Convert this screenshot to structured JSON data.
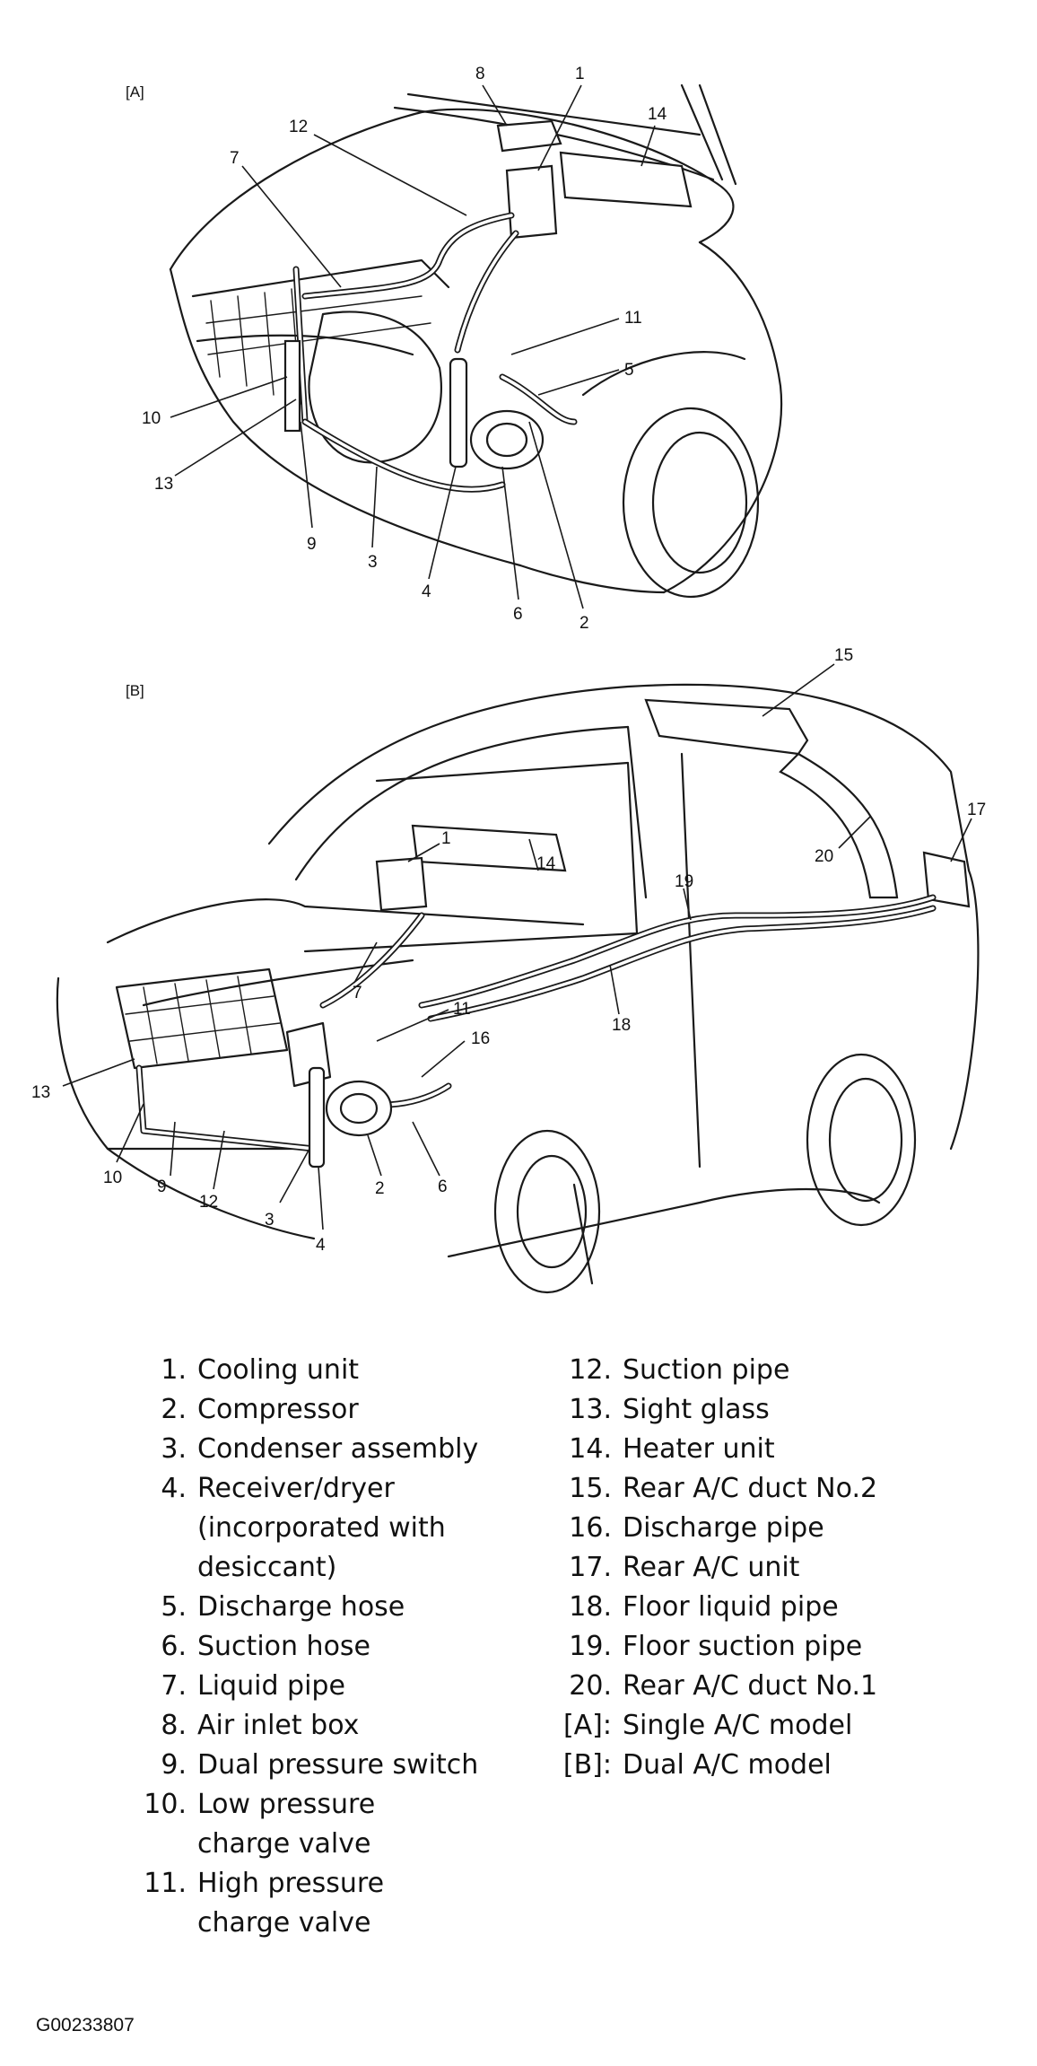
{
  "panels": {
    "a_label": "[A]",
    "b_label": "[B]",
    "a_callouts": [
      "8",
      "1",
      "14",
      "12",
      "7",
      "11",
      "5",
      "10",
      "13",
      "9",
      "3",
      "4",
      "6",
      "2"
    ],
    "b_callouts": [
      "15",
      "17",
      "20",
      "1",
      "14",
      "19",
      "7",
      "18",
      "11",
      "16",
      "13",
      "10",
      "9",
      "12",
      "3",
      "2",
      "6",
      "4"
    ]
  },
  "legend": {
    "left": [
      {
        "num": "1.",
        "lines": [
          "Cooling unit"
        ]
      },
      {
        "num": "2.",
        "lines": [
          "Compressor"
        ]
      },
      {
        "num": "3.",
        "lines": [
          "Condenser assembly"
        ]
      },
      {
        "num": "4.",
        "lines": [
          "Receiver/dryer",
          "(incorporated with",
          "desiccant)"
        ]
      },
      {
        "num": "5.",
        "lines": [
          "Discharge hose"
        ]
      },
      {
        "num": "6.",
        "lines": [
          "Suction hose"
        ]
      },
      {
        "num": "7.",
        "lines": [
          "Liquid pipe"
        ]
      },
      {
        "num": "8.",
        "lines": [
          "Air inlet box"
        ]
      },
      {
        "num": "9.",
        "lines": [
          "Dual pressure switch"
        ]
      },
      {
        "num": "10.",
        "lines": [
          "Low pressure",
          "charge valve"
        ]
      },
      {
        "num": "11.",
        "lines": [
          "High pressure",
          "charge valve"
        ]
      }
    ],
    "right": [
      {
        "num": "12.",
        "lines": [
          "Suction pipe"
        ]
      },
      {
        "num": "13.",
        "lines": [
          "Sight glass"
        ]
      },
      {
        "num": "14.",
        "lines": [
          "Heater unit"
        ]
      },
      {
        "num": "15.",
        "lines": [
          "Rear A/C duct No.2"
        ]
      },
      {
        "num": "16.",
        "lines": [
          "Discharge pipe"
        ]
      },
      {
        "num": "17.",
        "lines": [
          "Rear A/C unit"
        ]
      },
      {
        "num": "18.",
        "lines": [
          "Floor liquid pipe"
        ]
      },
      {
        "num": "19.",
        "lines": [
          "Floor suction pipe"
        ]
      },
      {
        "num": "20.",
        "lines": [
          "Rear A/C duct No.1"
        ]
      },
      {
        "num": "[A]:",
        "lines": [
          "Single A/C model"
        ]
      },
      {
        "num": "[B]:",
        "lines": [
          "Dual A/C model"
        ]
      }
    ]
  },
  "figure_code": "G00233807"
}
